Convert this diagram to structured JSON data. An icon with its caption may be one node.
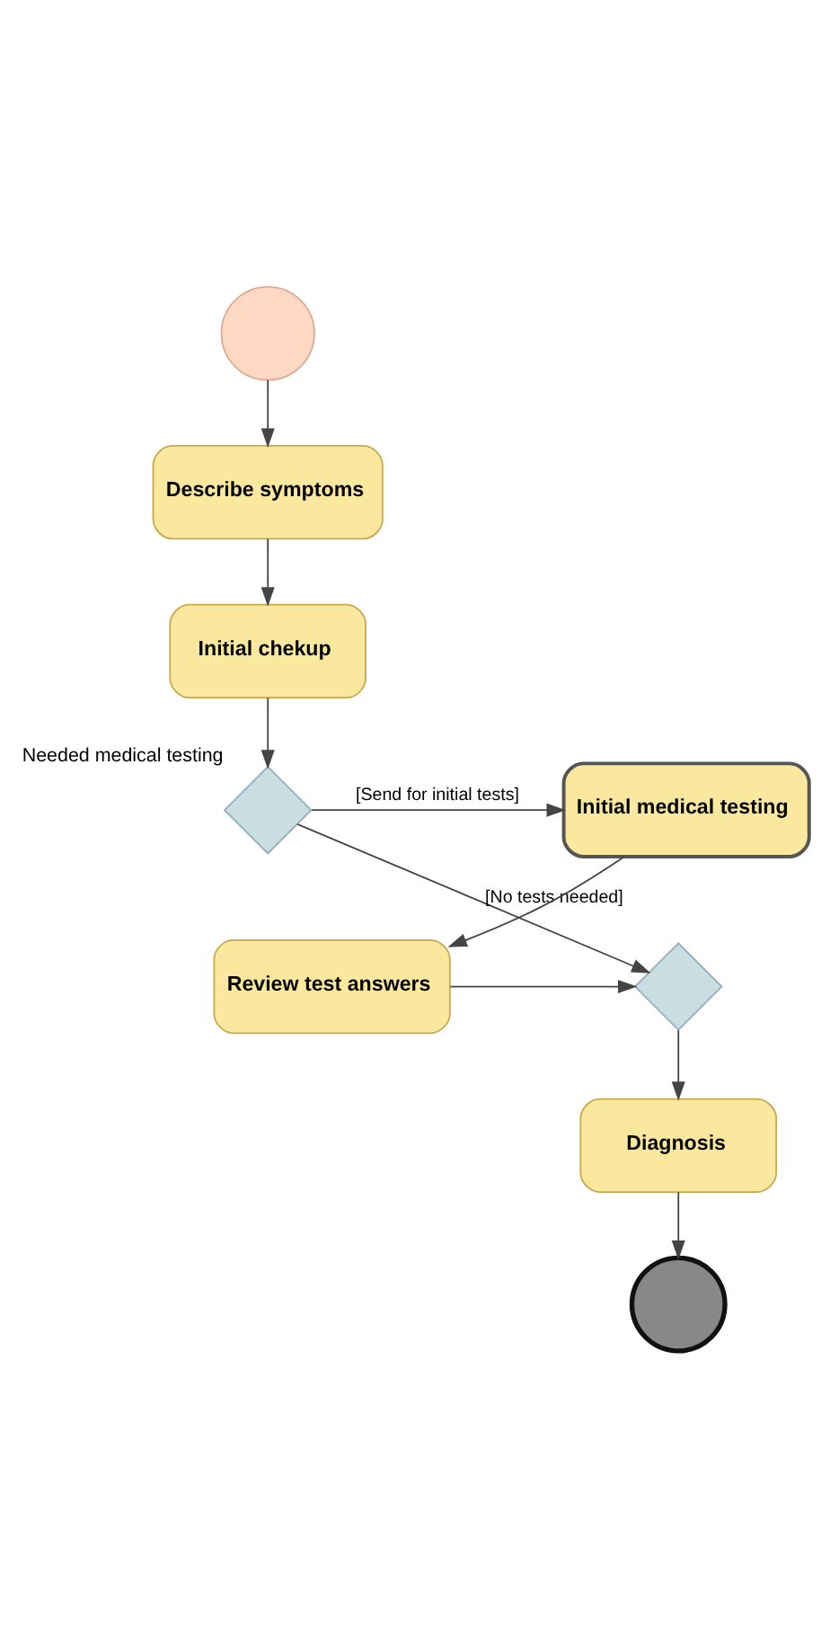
{
  "diagram": {
    "nodes": [
      {
        "text": [],
        "shape": "circle"
      },
      {
        "text": [
          "Describe symptoms"
        ]
      },
      {
        "text": [
          "Initial chekup"
        ]
      },
      {
        "text": [],
        "shape": "diamond",
        "beside": [
          "Needed medical testing"
        ]
      },
      {
        "text": [
          "Initial medical testing"
        ]
      },
      {
        "text": [
          "Review test answers"
        ]
      },
      {
        "text": [],
        "shape": "diamond"
      },
      {
        "text": [
          "Diagnosis"
        ]
      },
      {
        "text": [],
        "shape": "circle"
      }
    ],
    "edges": [
      {
        "from": 0,
        "to": 1,
        "arrow": "to"
      },
      {
        "from": 1,
        "to": 2,
        "arrow": "to"
      },
      {
        "from": 2,
        "to": 3,
        "arrow": "to"
      },
      {
        "from": 3,
        "to": 4,
        "arrow": "to",
        "label": "[Send for initial tests]"
      },
      {
        "from": 3,
        "to": 6,
        "arrow": "to",
        "label": "[No tests needed]"
      },
      {
        "from": 4,
        "to": 5,
        "arrow": "to"
      },
      {
        "from": 5,
        "to": 6,
        "arrow": "to"
      },
      {
        "from": 6,
        "to": 7,
        "arrow": "to"
      },
      {
        "from": 7,
        "to": 8,
        "arrow": "to"
      }
    ]
  }
}
